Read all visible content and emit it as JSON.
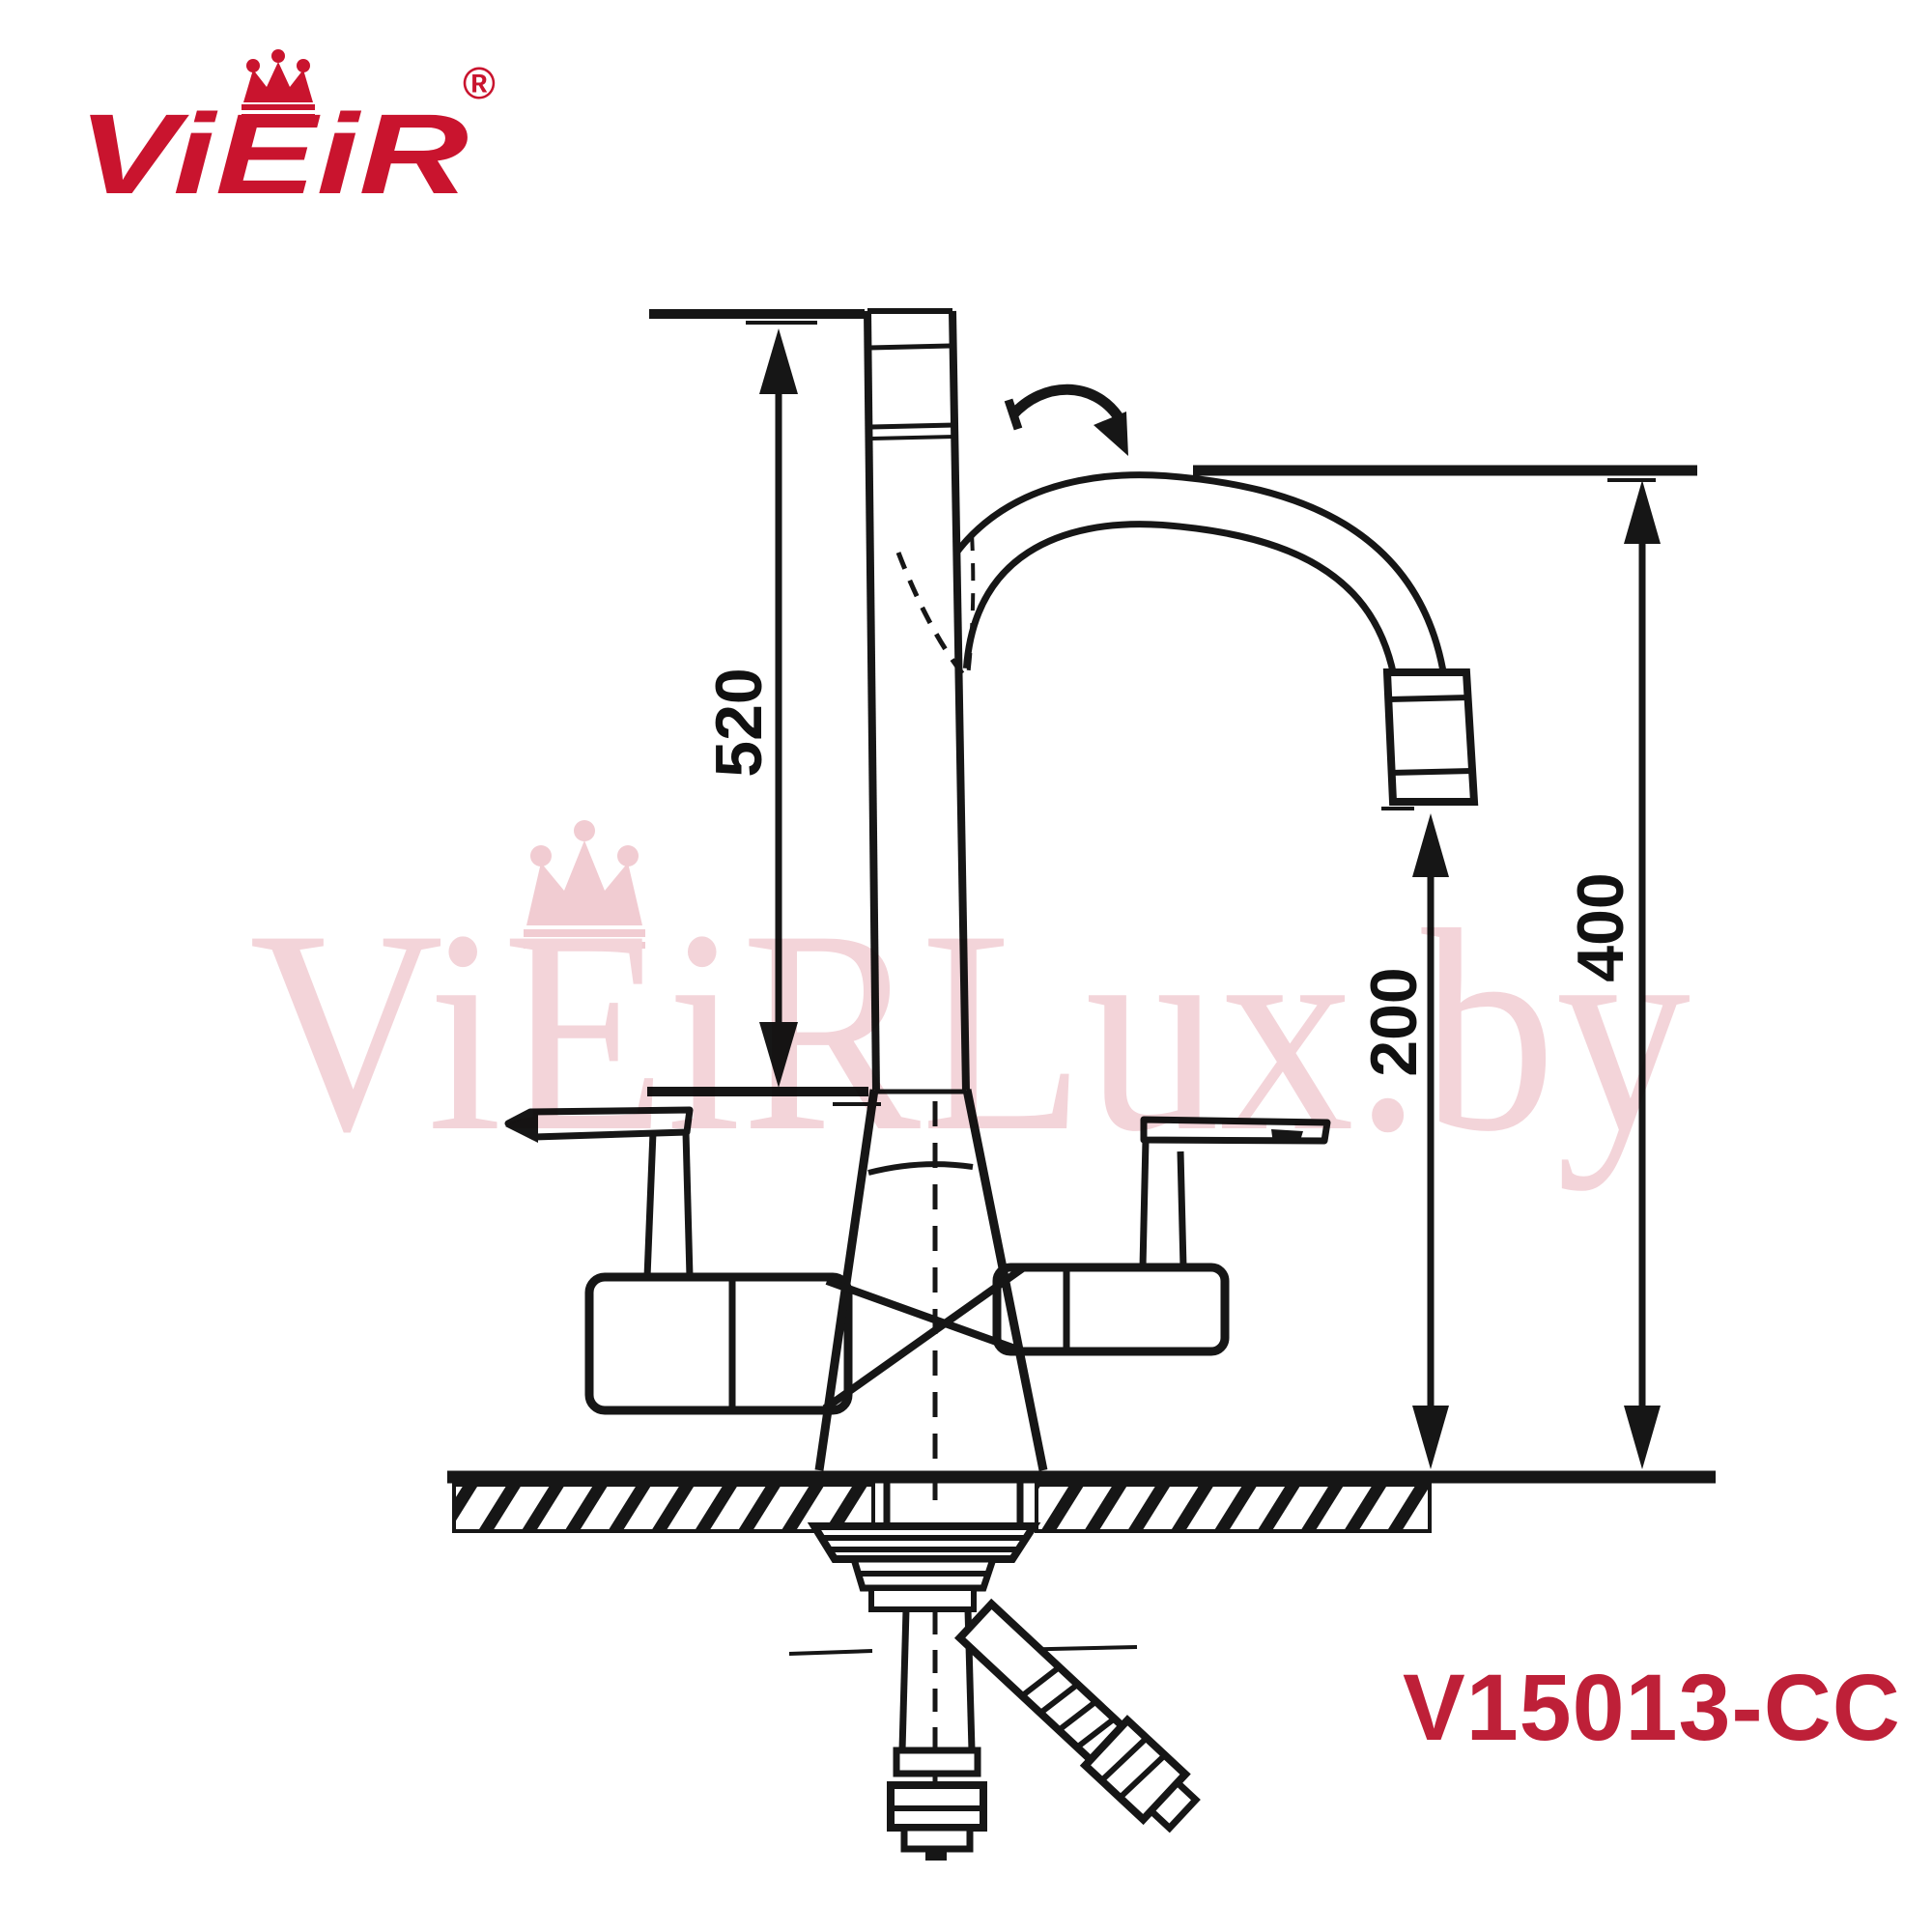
{
  "brand": {
    "logo_text": "ViEiR",
    "registered_mark": "®",
    "logo_color": "#C9142E"
  },
  "watermark": {
    "text": "ViEiRLux.by",
    "color": "#F3D4D9",
    "crown_color": "#F1CCD2"
  },
  "drawing": {
    "line_color": "#161616",
    "dimensions": {
      "spout_column_height": "520",
      "spout_outlet_clearance": "200",
      "overall_spout_height": "400"
    }
  },
  "product_code": {
    "text": "V15013-CC",
    "color": "#BE2038"
  }
}
